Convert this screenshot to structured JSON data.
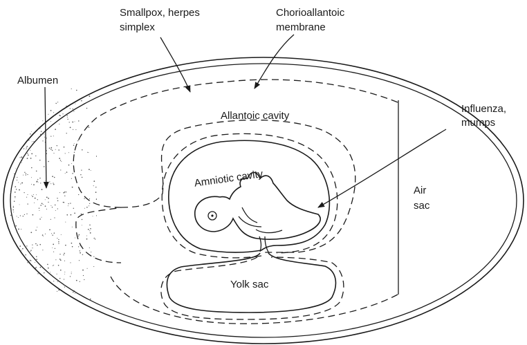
{
  "diagram": {
    "labels": {
      "smallpox": [
        "Smallpox, herpes",
        "simplex"
      ],
      "chorioallantoic": [
        "Chorioallantoic",
        "membrane"
      ],
      "albumen": "Albumen",
      "influenza": [
        "Influenza,",
        "mumps"
      ],
      "allantoic_cavity": "Allantoic cavity",
      "amniotic_cavity": "Amniotic cavity",
      "air_sac": [
        "Air",
        "sac"
      ],
      "yolk_sac": "Yolk sac"
    }
  }
}
